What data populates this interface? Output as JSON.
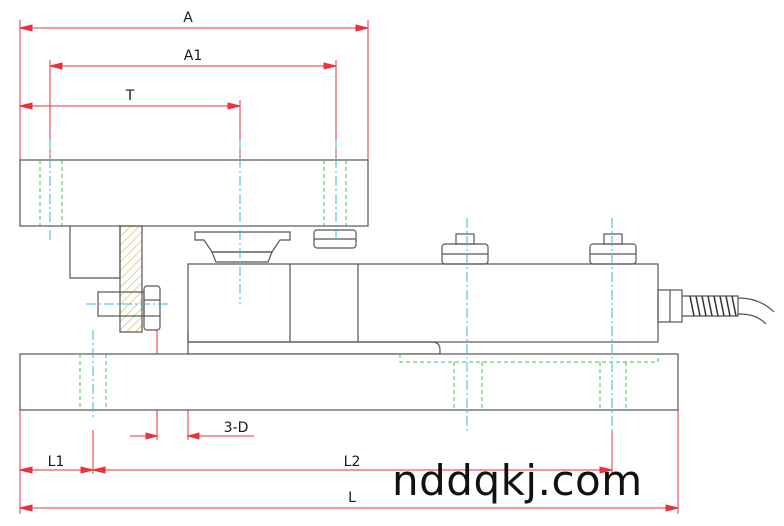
{
  "dimensions": {
    "A": "A",
    "A1": "A1",
    "T": "T",
    "D": "3-D",
    "L1": "L1",
    "L2": "L2",
    "L": "L"
  },
  "watermark": "nddqkj.com",
  "colors": {
    "outline": "#555555",
    "dimension": "#e8323c",
    "centerline": "#35b8d8",
    "hidden": "#3cbf4a",
    "hatch": "#c9b64a"
  }
}
